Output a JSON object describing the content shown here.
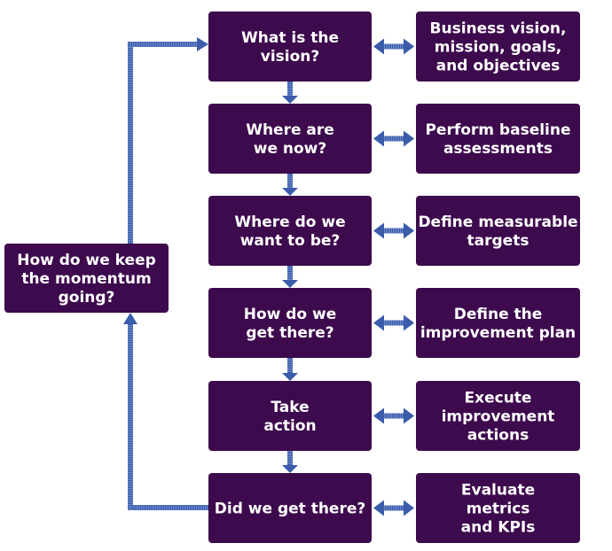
{
  "colors": {
    "box_fill": "#3d0a4d",
    "box_text": "#ffffff",
    "connector": "#3a5cab"
  },
  "loop_box": {
    "lines": [
      "How do we keep",
      "the momentum",
      "going?"
    ]
  },
  "steps": [
    {
      "question": [
        "What is the",
        "vision?"
      ],
      "action": [
        "Business vision,",
        "mission, goals,",
        "and objectives"
      ]
    },
    {
      "question": [
        "Where are",
        "we now?"
      ],
      "action": [
        "Perform baseline",
        "assessments"
      ]
    },
    {
      "question": [
        "Where do we",
        "want to be?"
      ],
      "action": [
        "Define measurable",
        "targets"
      ]
    },
    {
      "question": [
        "How do we",
        "get there?"
      ],
      "action": [
        "Define the",
        "improvement plan"
      ]
    },
    {
      "question": [
        "Take",
        "action"
      ],
      "action": [
        "Execute",
        "improvement",
        "actions"
      ]
    },
    {
      "question": [
        "Did we get there?"
      ],
      "action": [
        "Evaluate",
        "metrics",
        "and KPIs"
      ]
    }
  ]
}
